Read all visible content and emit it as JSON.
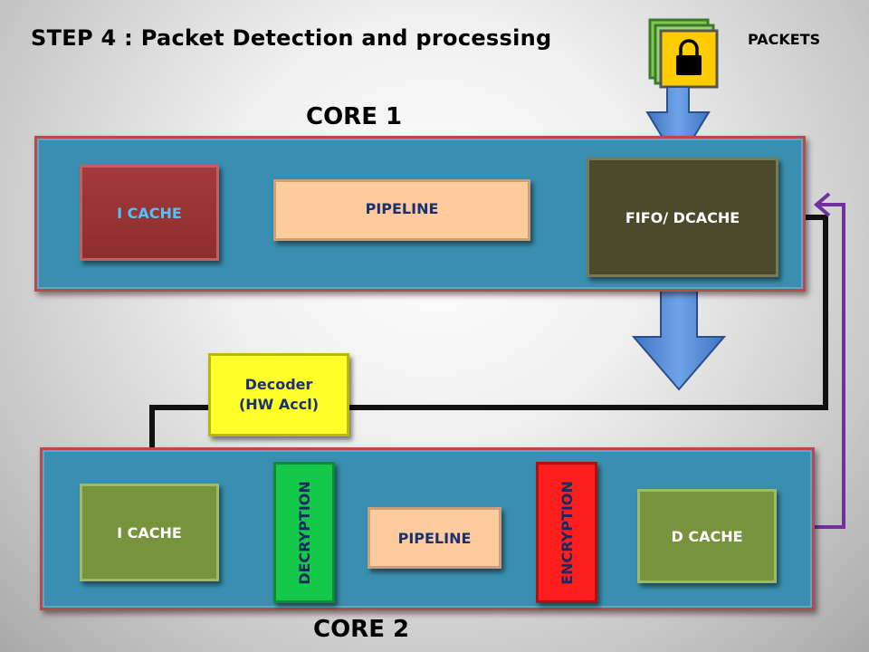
{
  "title": "STEP 4 : Packet Detection and processing",
  "packets_label": "PACKETS",
  "core1": {
    "label": "CORE 1",
    "icache": "I CACHE",
    "pipeline": "PIPELINE",
    "fifo": "FIFO/ DCACHE"
  },
  "decoder": {
    "line1": "Decoder",
    "line2": "(HW Accl)"
  },
  "core2": {
    "label": "CORE 2",
    "icache": "I CACHE",
    "decryption": "DECRYPTION",
    "pipeline": "PIPELINE",
    "encryption": "ENCRYPTION",
    "dcache": "D CACHE"
  },
  "icons": {
    "packet": "lock-icon"
  },
  "colors": {
    "core_panel": "#3a8fb0",
    "core_border": "#b94a4a",
    "arrow": "#5b8fd6",
    "feedback_line": "#7030a0",
    "decoder_fill": "#ffff2a",
    "packet_fill": "#ffcc00"
  }
}
